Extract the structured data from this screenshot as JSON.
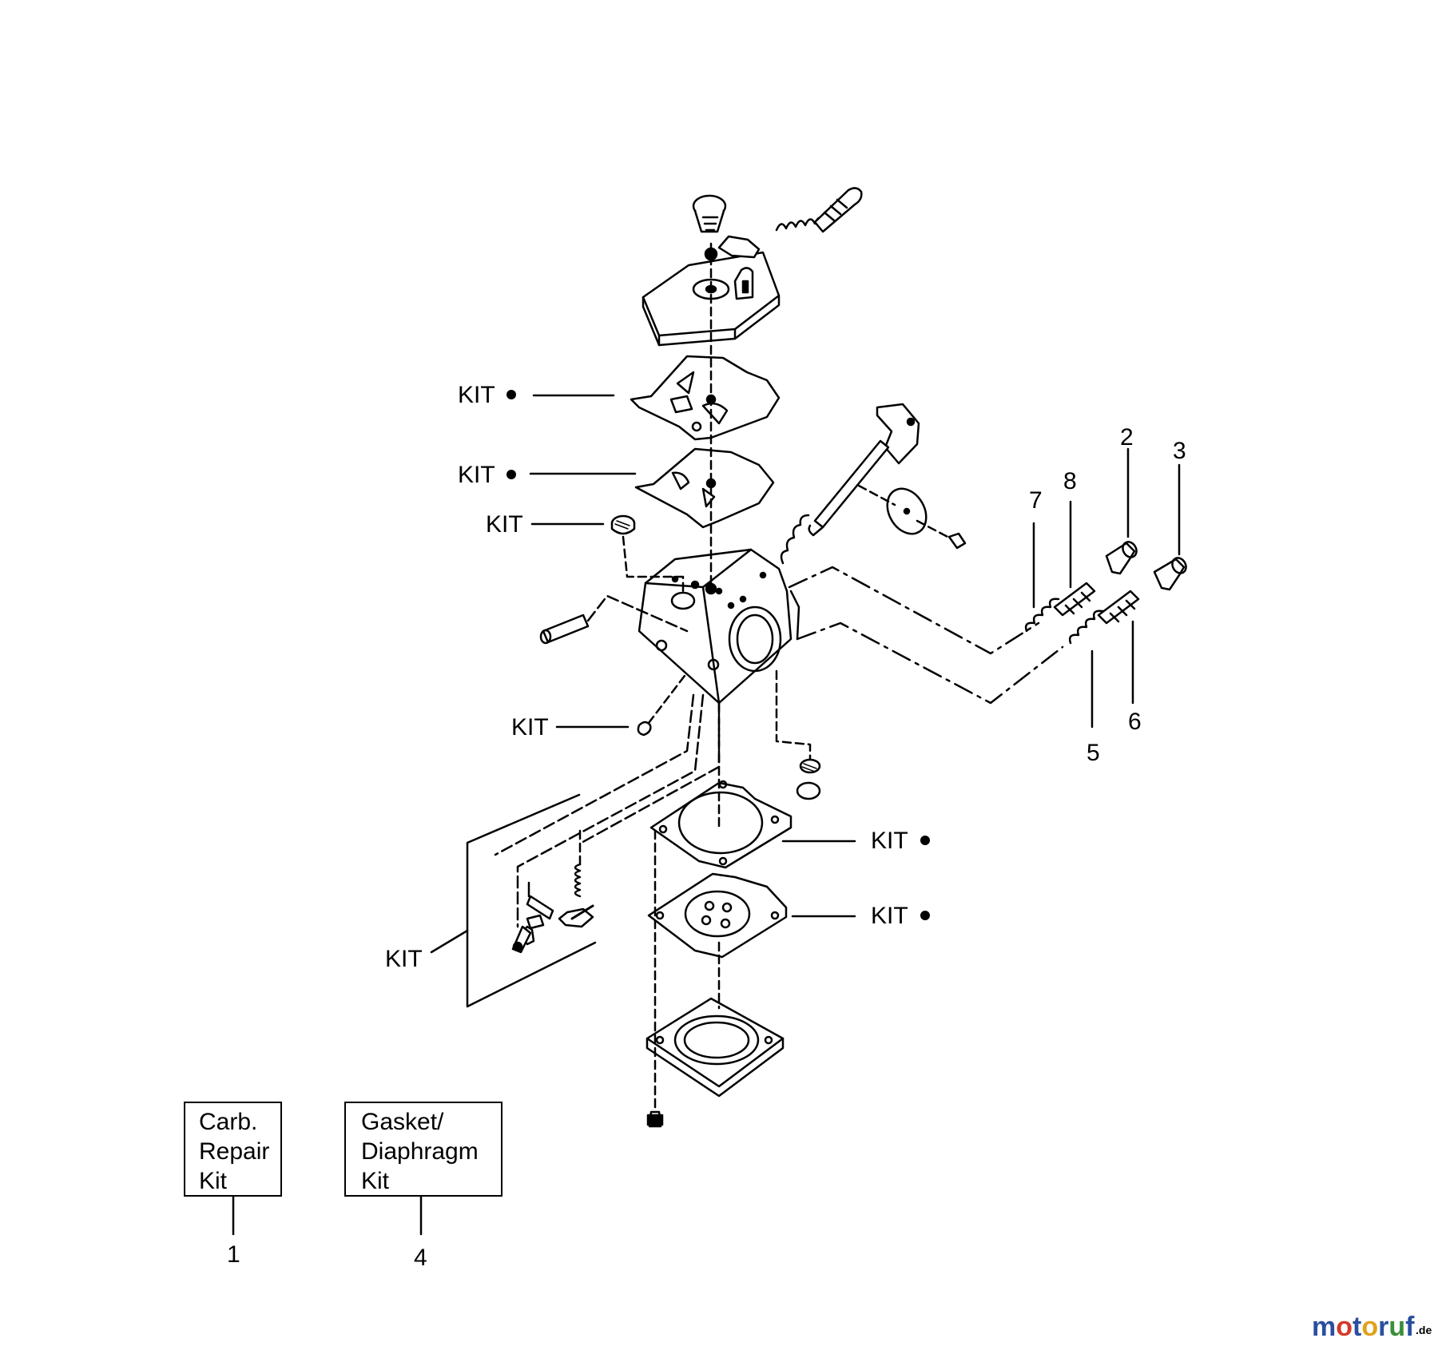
{
  "diagram": {
    "kit_label": "KIT",
    "labels": {
      "callouts": [
        "2",
        "3",
        "7",
        "8",
        "5",
        "6",
        "1",
        "4"
      ]
    },
    "legend_boxes": [
      {
        "line1": "Carb.",
        "line2": "Repair",
        "line3": "Kit",
        "ref": "1"
      },
      {
        "line1": "Gasket/",
        "line2": "Diaphragm",
        "line3": "Kit",
        "ref": "4"
      }
    ],
    "watermark": {
      "text": "motoruf",
      "suffix": ".de"
    }
  }
}
